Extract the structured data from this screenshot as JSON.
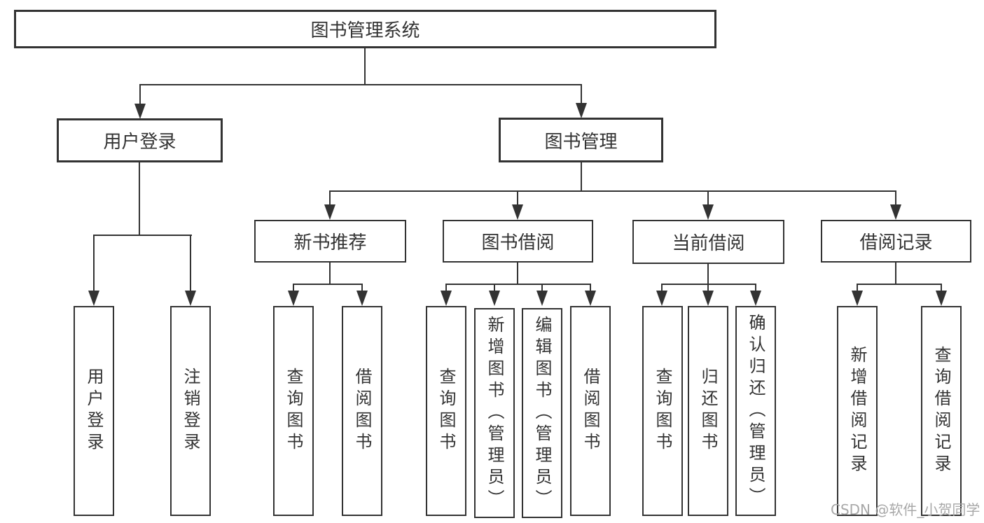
{
  "colors": {
    "line": "#333333",
    "text": "#333333",
    "box_background": "#ffffff",
    "page_background": "#ffffff",
    "watermark": "#a8a8a8"
  },
  "watermark": {
    "text": "CSDN @软件_小贺同学"
  },
  "tree": {
    "root": {
      "label": "图书管理系统"
    },
    "children": [
      {
        "label": "用户登录",
        "children": [
          {
            "label": "用户登录"
          },
          {
            "label": "注销登录"
          }
        ]
      },
      {
        "label": "图书管理",
        "children": [
          {
            "label": "新书推荐",
            "children": [
              {
                "label": "查询图书"
              },
              {
                "label": "借阅图书"
              }
            ]
          },
          {
            "label": "图书借阅",
            "children": [
              {
                "label": "查询图书"
              },
              {
                "label": "新增图书（管理员）"
              },
              {
                "label": "编辑图书（管理员）"
              },
              {
                "label": "借阅图书"
              }
            ]
          },
          {
            "label": "当前借阅",
            "children": [
              {
                "label": "查询图书"
              },
              {
                "label": "归还图书"
              },
              {
                "label": "确认归还（管理员）"
              }
            ]
          },
          {
            "label": "借阅记录",
            "children": [
              {
                "label": "新增借阅记录"
              },
              {
                "label": "查询借阅记录"
              }
            ]
          }
        ]
      }
    ]
  }
}
